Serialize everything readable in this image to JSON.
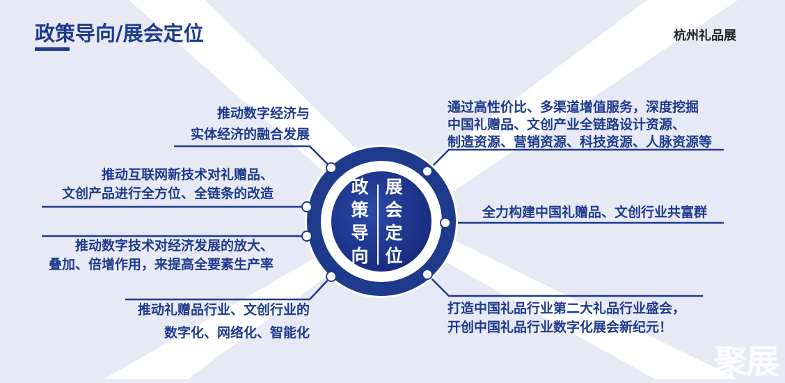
{
  "header": {
    "title": "政策导向/展会定位",
    "brand": "杭州礼品展"
  },
  "center": {
    "left": "政策导向",
    "right": "展会定位"
  },
  "left_items": [
    {
      "lines": [
        "推动数字经济与",
        "实体经济的融合发展"
      ]
    },
    {
      "lines": [
        "推动互联网新技术对礼赠品、",
        "文创产品进行全方位、全链条的改造"
      ]
    },
    {
      "lines": [
        "推动数字技术对经济发展的放大、",
        "叠加、倍增作用，来提高全要素生产率"
      ]
    },
    {
      "lines": [
        "推动礼赠品行业、文创行业的",
        "数字化、网络化、智能化"
      ]
    }
  ],
  "right_items": [
    {
      "lines": [
        "通过高性价比、多渠道增值服务，深度挖掘",
        "中国礼赠品、文创产业全链路设计资源、",
        "制造资源、营销资源、科技资源、人脉资源等"
      ]
    },
    {
      "lines": [
        "全力构建中国礼赠品、文创行业共富群"
      ]
    },
    {
      "lines": [
        "打造中国礼品行业第二大礼品行业盛会，",
        "开创中国礼品行业数字化展会新纪元！"
      ]
    }
  ],
  "watermark": "聚展",
  "colors": {
    "primary": "#1d3a8c",
    "background": "#e7eaf5"
  }
}
